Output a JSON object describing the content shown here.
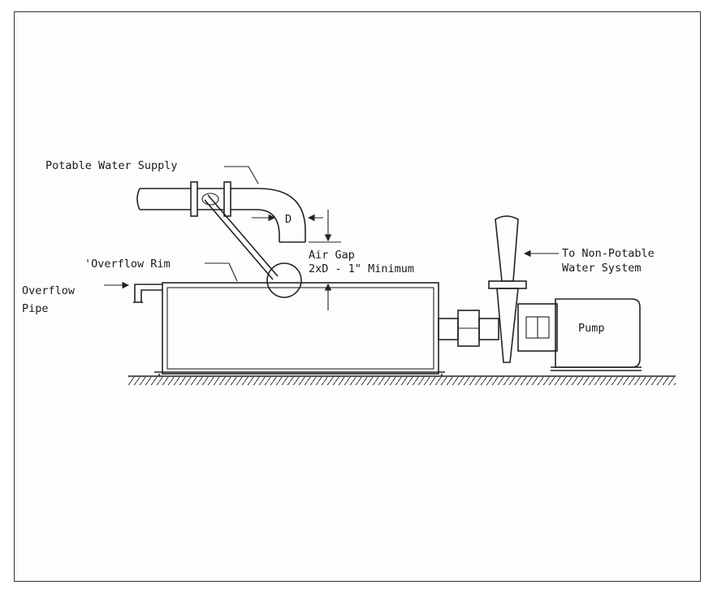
{
  "labels": {
    "potable_supply": "Potable Water Supply",
    "dimension_d": "D",
    "air_gap_line1": "Air Gap",
    "air_gap_line2": "2xD - 1\" Minimum",
    "overflow_rim": "'Overflow Rim",
    "overflow_pipe_line1": "Overflow",
    "overflow_pipe_line2": "Pipe",
    "non_potable_line1": "To Non-Potable",
    "non_potable_line2": "Water System",
    "pump": "Pump"
  }
}
